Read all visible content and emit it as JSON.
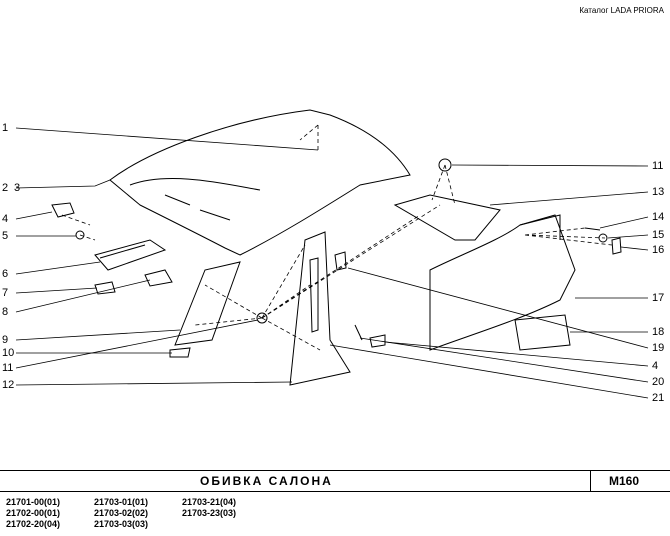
{
  "header": {
    "catalog": "Каталог LADA PRIORA"
  },
  "callouts_left": [
    "1",
    "2",
    "3",
    "4",
    "5",
    "6",
    "7",
    "8",
    "9",
    "10",
    "11",
    "12"
  ],
  "callouts_right": [
    "11",
    "13",
    "14",
    "15",
    "16",
    "17",
    "18",
    "19",
    "4",
    "20",
    "21"
  ],
  "footer": {
    "title": "ОБИВКА  САЛОНА",
    "code": "M160",
    "models": [
      [
        "21701-00(01)",
        "21703-01(01)",
        "21703-21(04)"
      ],
      [
        "21702-00(01)",
        "21703-02(02)",
        "21703-23(03)"
      ],
      [
        "21702-20(04)",
        "21703-03(03)",
        ""
      ]
    ]
  }
}
